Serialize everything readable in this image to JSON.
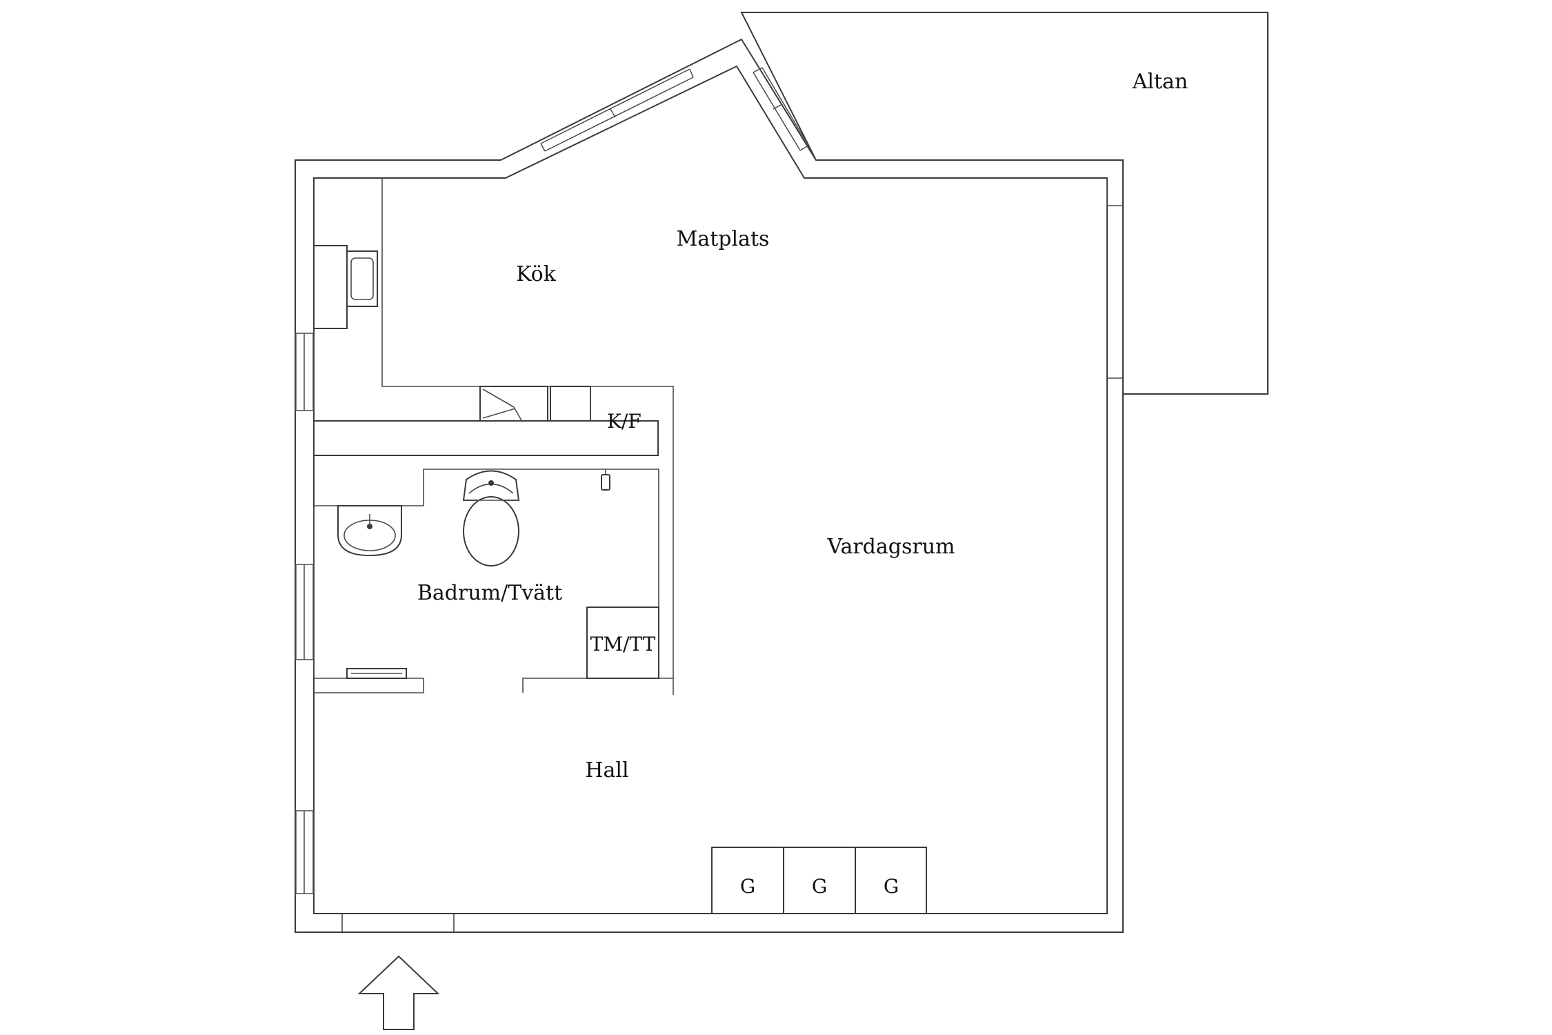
{
  "rooms": {
    "altan": "Altan",
    "matplats": "Matplats",
    "kok": "Kök",
    "vardagsrum": "Vardagsrum",
    "badrum": "Badrum/Tvätt",
    "hall": "Hall"
  },
  "appliances": {
    "kf": "K/F",
    "tmtt": "TM/TT",
    "garderob_1": "G",
    "garderob_2": "G",
    "garderob_3": "G"
  },
  "icons": {
    "entrance": "entrance-arrow-icon",
    "toilet": "toilet-icon",
    "sink": "sink-icon",
    "kitchen_sink": "kitchen-sink-icon",
    "stove": "stove-icon",
    "tap": "tap-icon"
  }
}
